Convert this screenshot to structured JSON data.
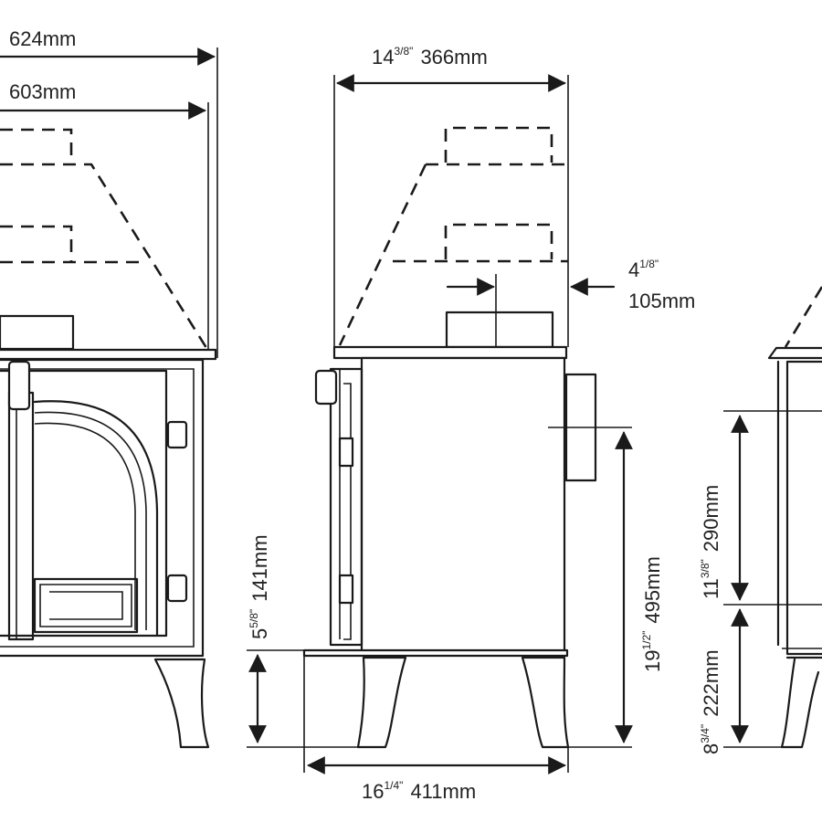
{
  "diagram": {
    "front": {
      "width_overall": "624mm",
      "width_body": "603mm"
    },
    "side": {
      "depth_top_in": "14",
      "depth_top_in_frac": "3/8\"",
      "depth_top_mm": "366mm",
      "flue_offset_in": "4",
      "flue_offset_in_frac": "1/8\"",
      "flue_offset_mm": "105mm",
      "base_height_in": "5",
      "base_height_in_frac": "5/8\"",
      "base_height_mm": "141mm",
      "outlet_height_in": "19",
      "outlet_height_in_frac": "1/2\"",
      "outlet_height_mm": "495mm",
      "depth_base_in": "16",
      "depth_base_in_frac": "1/4\"",
      "depth_base_mm": "411mm"
    },
    "rear": {
      "upper_height_in": "11",
      "upper_height_in_frac": "3/8\"",
      "upper_height_mm": "290mm",
      "lower_height_in": "8",
      "lower_height_in_frac": "3/4\"",
      "lower_height_mm": "222mm"
    }
  }
}
